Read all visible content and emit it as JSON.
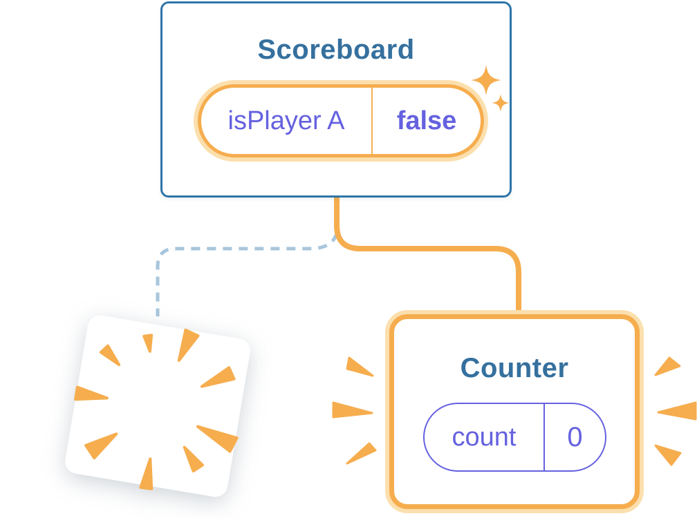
{
  "diagram": {
    "background": "#ffffff",
    "scoreboard": {
      "title": "Scoreboard",
      "state_name": "isPlayer A",
      "state_value": "false",
      "state_highlighted": true
    },
    "counter": {
      "title": "Counter",
      "state_name": "count",
      "state_value": "0"
    },
    "connections": {
      "destroyed_branch_style": "dashed",
      "created_branch_style": "solid"
    },
    "colors": {
      "background": "#ffffff",
      "orange": "#F6AD4E",
      "orange_light": "#FBDFAD",
      "card_border_blue": "#2E75A8",
      "title_blue": "#35709E",
      "purple": "#6561DF",
      "dashed_blue": "#A8C5DB"
    }
  }
}
